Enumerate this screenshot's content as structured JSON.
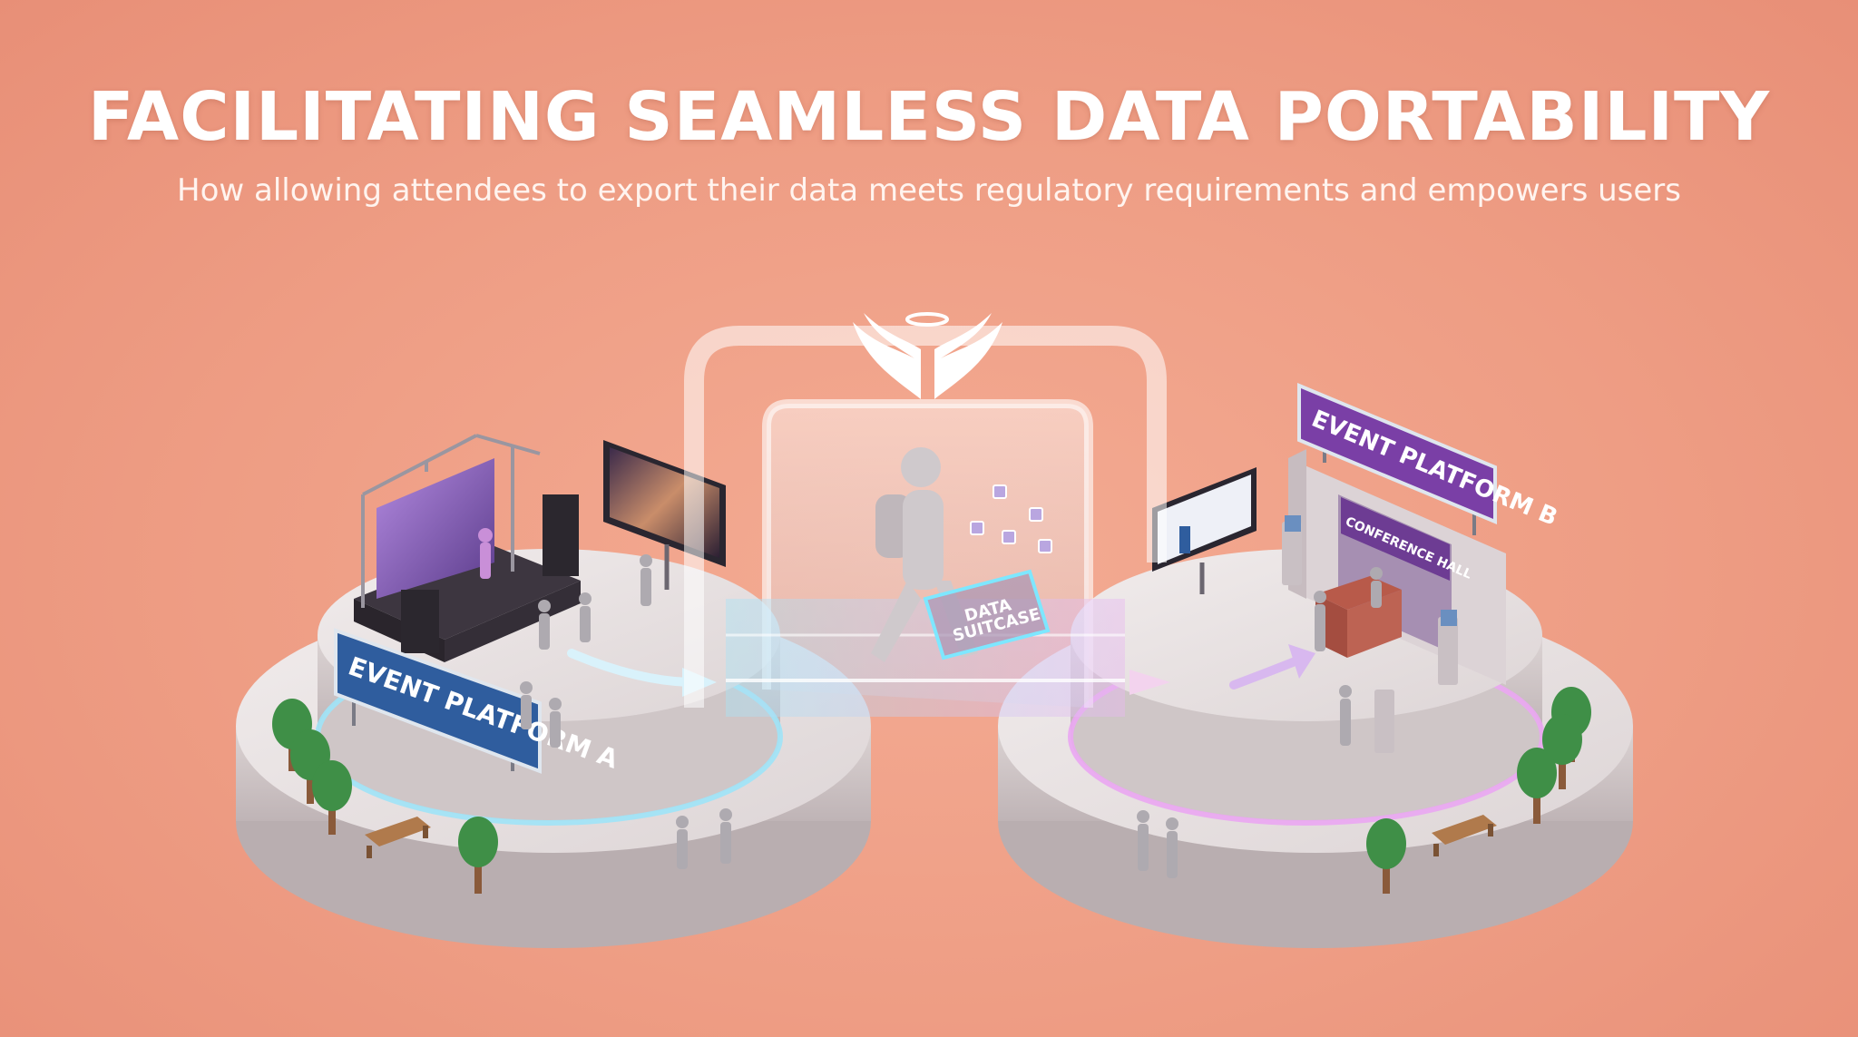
{
  "header": {
    "title": "FACILITATING SEAMLESS DATA PORTABILITY",
    "subtitle": "How allowing attendees to export their data meets regulatory requirements and empowers users"
  },
  "platform_a": {
    "sign": "EVENT PLATFORM A",
    "ring_color": "#8fd8f2"
  },
  "platform_b": {
    "sign": "EVENT PLATFORM B",
    "hall_label": "CONFERENCE HALL",
    "ring_color": "#e7a6f0"
  },
  "bridge": {
    "suitcase_label_line1": "DATA",
    "suitcase_label_line2": "SUITCASE"
  },
  "colors": {
    "background": "#ef9f86",
    "platform": "#e3dcdc",
    "sign_a": "#2f5d9e",
    "sign_b": "#7a3fa6",
    "glass": "#d8e6f2"
  },
  "icons": [
    "angel-wings-icon",
    "halo-icon",
    "arrow-right-icon",
    "data-icon"
  ]
}
